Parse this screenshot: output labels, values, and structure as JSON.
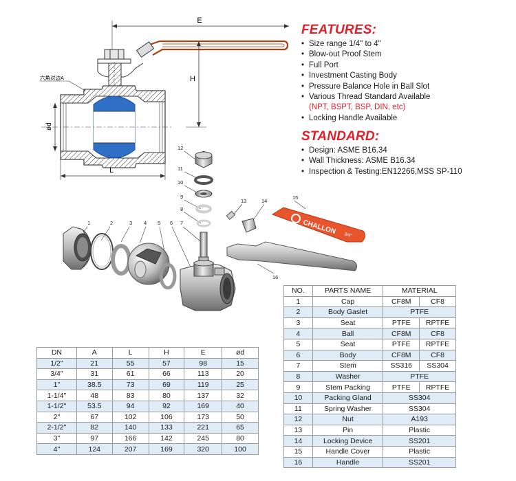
{
  "features": {
    "heading": "FEATURES:",
    "items": [
      "Size range 1/4\" to 4\"",
      "Blow-out Proof Stem",
      "Full Port",
      "Investment Casting Body",
      "Pressure Balance Hole in Ball Slot",
      "Various Thread Standard Available"
    ],
    "thread_note": "(NPT, BSPT, BSP, DIN, etc)",
    "last_item": "Locking Handle Available"
  },
  "standard": {
    "heading": "STANDARD:",
    "items": [
      "Design: ASME B16.34",
      "Wall Thickness: ASME B16.34",
      "Inspection & Testing:EN12266,MSS SP-110"
    ]
  },
  "drawing": {
    "dim_E": "E",
    "dim_H": "H",
    "dim_L": "L",
    "dim_d": "ød",
    "hex_note": "六角对边A",
    "part_numbers": [
      "1",
      "2",
      "3",
      "4",
      "5",
      "6",
      "7",
      "8",
      "9",
      "10",
      "11",
      "12",
      "13",
      "14",
      "15",
      "16"
    ],
    "brand": "CHALLON",
    "handle_size": "3/4\""
  },
  "dims_table": {
    "headers": [
      "DN",
      "A",
      "L",
      "H",
      "E",
      "ød"
    ],
    "rows": [
      [
        "1/2\"",
        "21",
        "55",
        "57",
        "98",
        "15"
      ],
      [
        "3/4\"",
        "31",
        "61",
        "66",
        "113",
        "20"
      ],
      [
        "1\"",
        "38.5",
        "73",
        "69",
        "119",
        "25"
      ],
      [
        "1-1/4\"",
        "48",
        "83",
        "80",
        "137",
        "32"
      ],
      [
        "1-1/2\"",
        "53.5",
        "94",
        "92",
        "169",
        "40"
      ],
      [
        "2\"",
        "67",
        "102",
        "106",
        "173",
        "50"
      ],
      [
        "2-1/2\"",
        "82",
        "140",
        "133",
        "221",
        "65"
      ],
      [
        "3\"",
        "97",
        "166",
        "142",
        "245",
        "80"
      ],
      [
        "4\"",
        "124",
        "207",
        "169",
        "320",
        "100"
      ]
    ]
  },
  "parts_table": {
    "headers": [
      "NO.",
      "PARTS NAME",
      "MATERIAL"
    ],
    "rows": [
      {
        "no": "1",
        "name": "Cap",
        "m1": "CF8M",
        "m2": "CF8"
      },
      {
        "no": "2",
        "name": "Body Gaslet",
        "m": "PTFE"
      },
      {
        "no": "3",
        "name": "Seat",
        "m1": "PTFE",
        "m2": "RPTFE"
      },
      {
        "no": "4",
        "name": "Ball",
        "m1": "CF8M",
        "m2": "CF8"
      },
      {
        "no": "5",
        "name": "Seat",
        "m1": "PTFE",
        "m2": "RPTFE"
      },
      {
        "no": "6",
        "name": "Body",
        "m1": "CF8M",
        "m2": "CF8"
      },
      {
        "no": "7",
        "name": "Stem",
        "m1": "SS316",
        "m2": "SS304"
      },
      {
        "no": "8",
        "name": "Washer",
        "m": "PTFE"
      },
      {
        "no": "9",
        "name": "Stem Packing",
        "m1": "PTFE",
        "m2": "RPTFE"
      },
      {
        "no": "10",
        "name": "Packing Gland",
        "m": "SS304"
      },
      {
        "no": "11",
        "name": "Spring Washer",
        "m": "SS304"
      },
      {
        "no": "12",
        "name": "Nut",
        "m": "A193"
      },
      {
        "no": "13",
        "name": "Pin",
        "m": "Plastic"
      },
      {
        "no": "14",
        "name": "Locking Device",
        "m": "SS201"
      },
      {
        "no": "15",
        "name": "Handle Cover",
        "m": "Plastic"
      },
      {
        "no": "16",
        "name": "Handle",
        "m": "SS201"
      }
    ]
  }
}
